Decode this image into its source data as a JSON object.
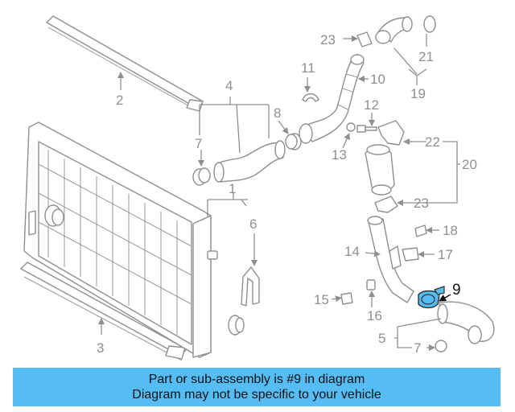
{
  "diagram": {
    "callouts": [
      "23",
      "21",
      "11",
      "10",
      "19",
      "4",
      "2",
      "8",
      "12",
      "7",
      "13",
      "22",
      "20",
      "1",
      "23",
      "6",
      "18",
      "14",
      "17",
      "3",
      "15",
      "16",
      "5",
      "7"
    ],
    "highlight": {
      "label": "9",
      "color": "#55bdf4"
    }
  },
  "banner": {
    "line1": "Part or sub-assembly is #9 in diagram",
    "line2": "Diagram may not be specific to your vehicle",
    "color": "#55bdf4"
  }
}
